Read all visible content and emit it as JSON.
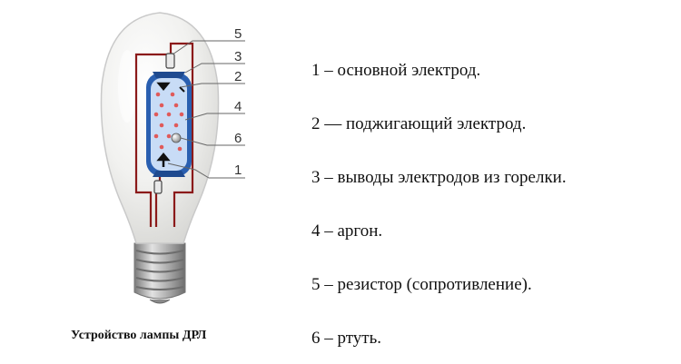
{
  "caption": "Устройство лампы ДРЛ",
  "legend": [
    "1 – основной электрод.",
    "2 — поджигающий электрод.",
    "3 – выводы электродов из горелки.",
    "4 – аргон.",
    "5 – резистор (сопротивление).",
    "6 – ртуть."
  ],
  "callouts": [
    "5",
    "3",
    "2",
    "4",
    "6",
    "1"
  ],
  "colors": {
    "wire": "#8b1a1a",
    "burner_fill": "#c8dcf6",
    "burner_outline": "#2a5fb0",
    "mercury_dots": "#e05a5a",
    "glass_outline": "#c9c9c9",
    "base": "#9a9a9a"
  }
}
